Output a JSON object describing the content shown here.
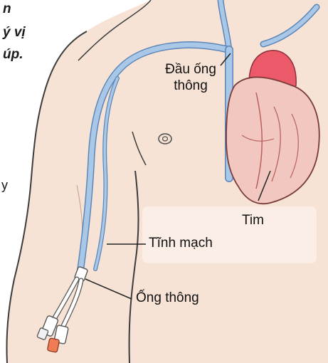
{
  "cutoff_text": {
    "line1": "n",
    "line2": "ý vị",
    "line3": "úp.",
    "line4": "y"
  },
  "labels": {
    "catheter_tip_line1": "Đầu ống",
    "catheter_tip_line2": "thông",
    "heart": "Tim",
    "vein": "Tĩnh mạch",
    "catheter": "Ống thông"
  },
  "colors": {
    "skin": "#f7e3d5",
    "skin_shadow": "#f1d2c1",
    "outline": "#3c3c3c",
    "vein": "#a9c8e8",
    "vein_outline": "#5c86b8",
    "heart": "#f1c7c0",
    "artery": "#ec5a6a",
    "cap": "#f07c55",
    "label_panel": "#fbeee6"
  }
}
